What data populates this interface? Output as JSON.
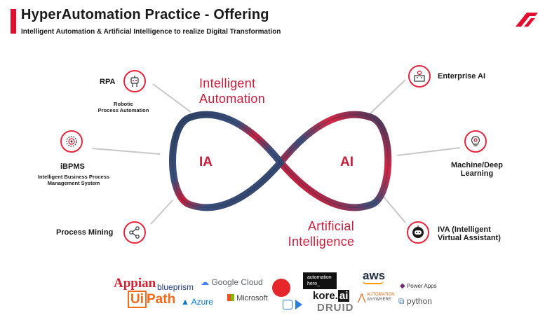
{
  "header": {
    "title": "HyperAutomation Practice - Offering",
    "subtitle": "Intelligent Automation & Artificial Intelligence to realize Digital Transformation"
  },
  "center": {
    "ia_label": "IA",
    "ai_label": "AI",
    "ia_heading_line1": "Intelligent",
    "ia_heading_line2": "Automation",
    "ai_heading_line1": "Artificial",
    "ai_heading_line2": "Intelligence"
  },
  "left_items": [
    {
      "label": "RPA",
      "sublabel_line1": "Robotic",
      "sublabel_line2": "Process Automation",
      "icon": "robot-icon"
    },
    {
      "label": "iBPMS",
      "sublabel_line1": "Intelligent Business Process",
      "sublabel_line2": "Management System",
      "icon": "gear-target-icon"
    },
    {
      "label": "Process Mining",
      "icon": "share-nodes-icon"
    }
  ],
  "right_items": [
    {
      "label": "Enterprise AI",
      "icon": "enterprise-ai-icon"
    },
    {
      "label_line1": "Machine/Deep",
      "label_line2": "Learning",
      "icon": "lightbulb-brain-icon"
    },
    {
      "label_line1": "IVA (Intelligent",
      "label_line2": "Virtual Assistant)",
      "icon": "assistant-bot-icon"
    }
  ],
  "brands": {
    "appian": "Appian",
    "uipath_a": "Ui",
    "uipath_b": "Path",
    "blueprism": "blueprism",
    "azure": "Azure",
    "google_cloud": "Google Cloud",
    "microsoft": "Microsoft",
    "automation_hero_line1": "automation",
    "automation_hero_line2": "hero_",
    "kore_a": "kore.",
    "kore_b": "ai",
    "druid": "DRUID",
    "aws": "aws",
    "automation_anywhere_line1": "AUTOMATION",
    "automation_anywhere_line2": "ANYWHERE",
    "power_apps": "Power Apps",
    "python": "python"
  },
  "colors": {
    "accent": "#e30d2f",
    "heading_red": "#c91e3c",
    "loop_navy": "#2c3e60"
  }
}
